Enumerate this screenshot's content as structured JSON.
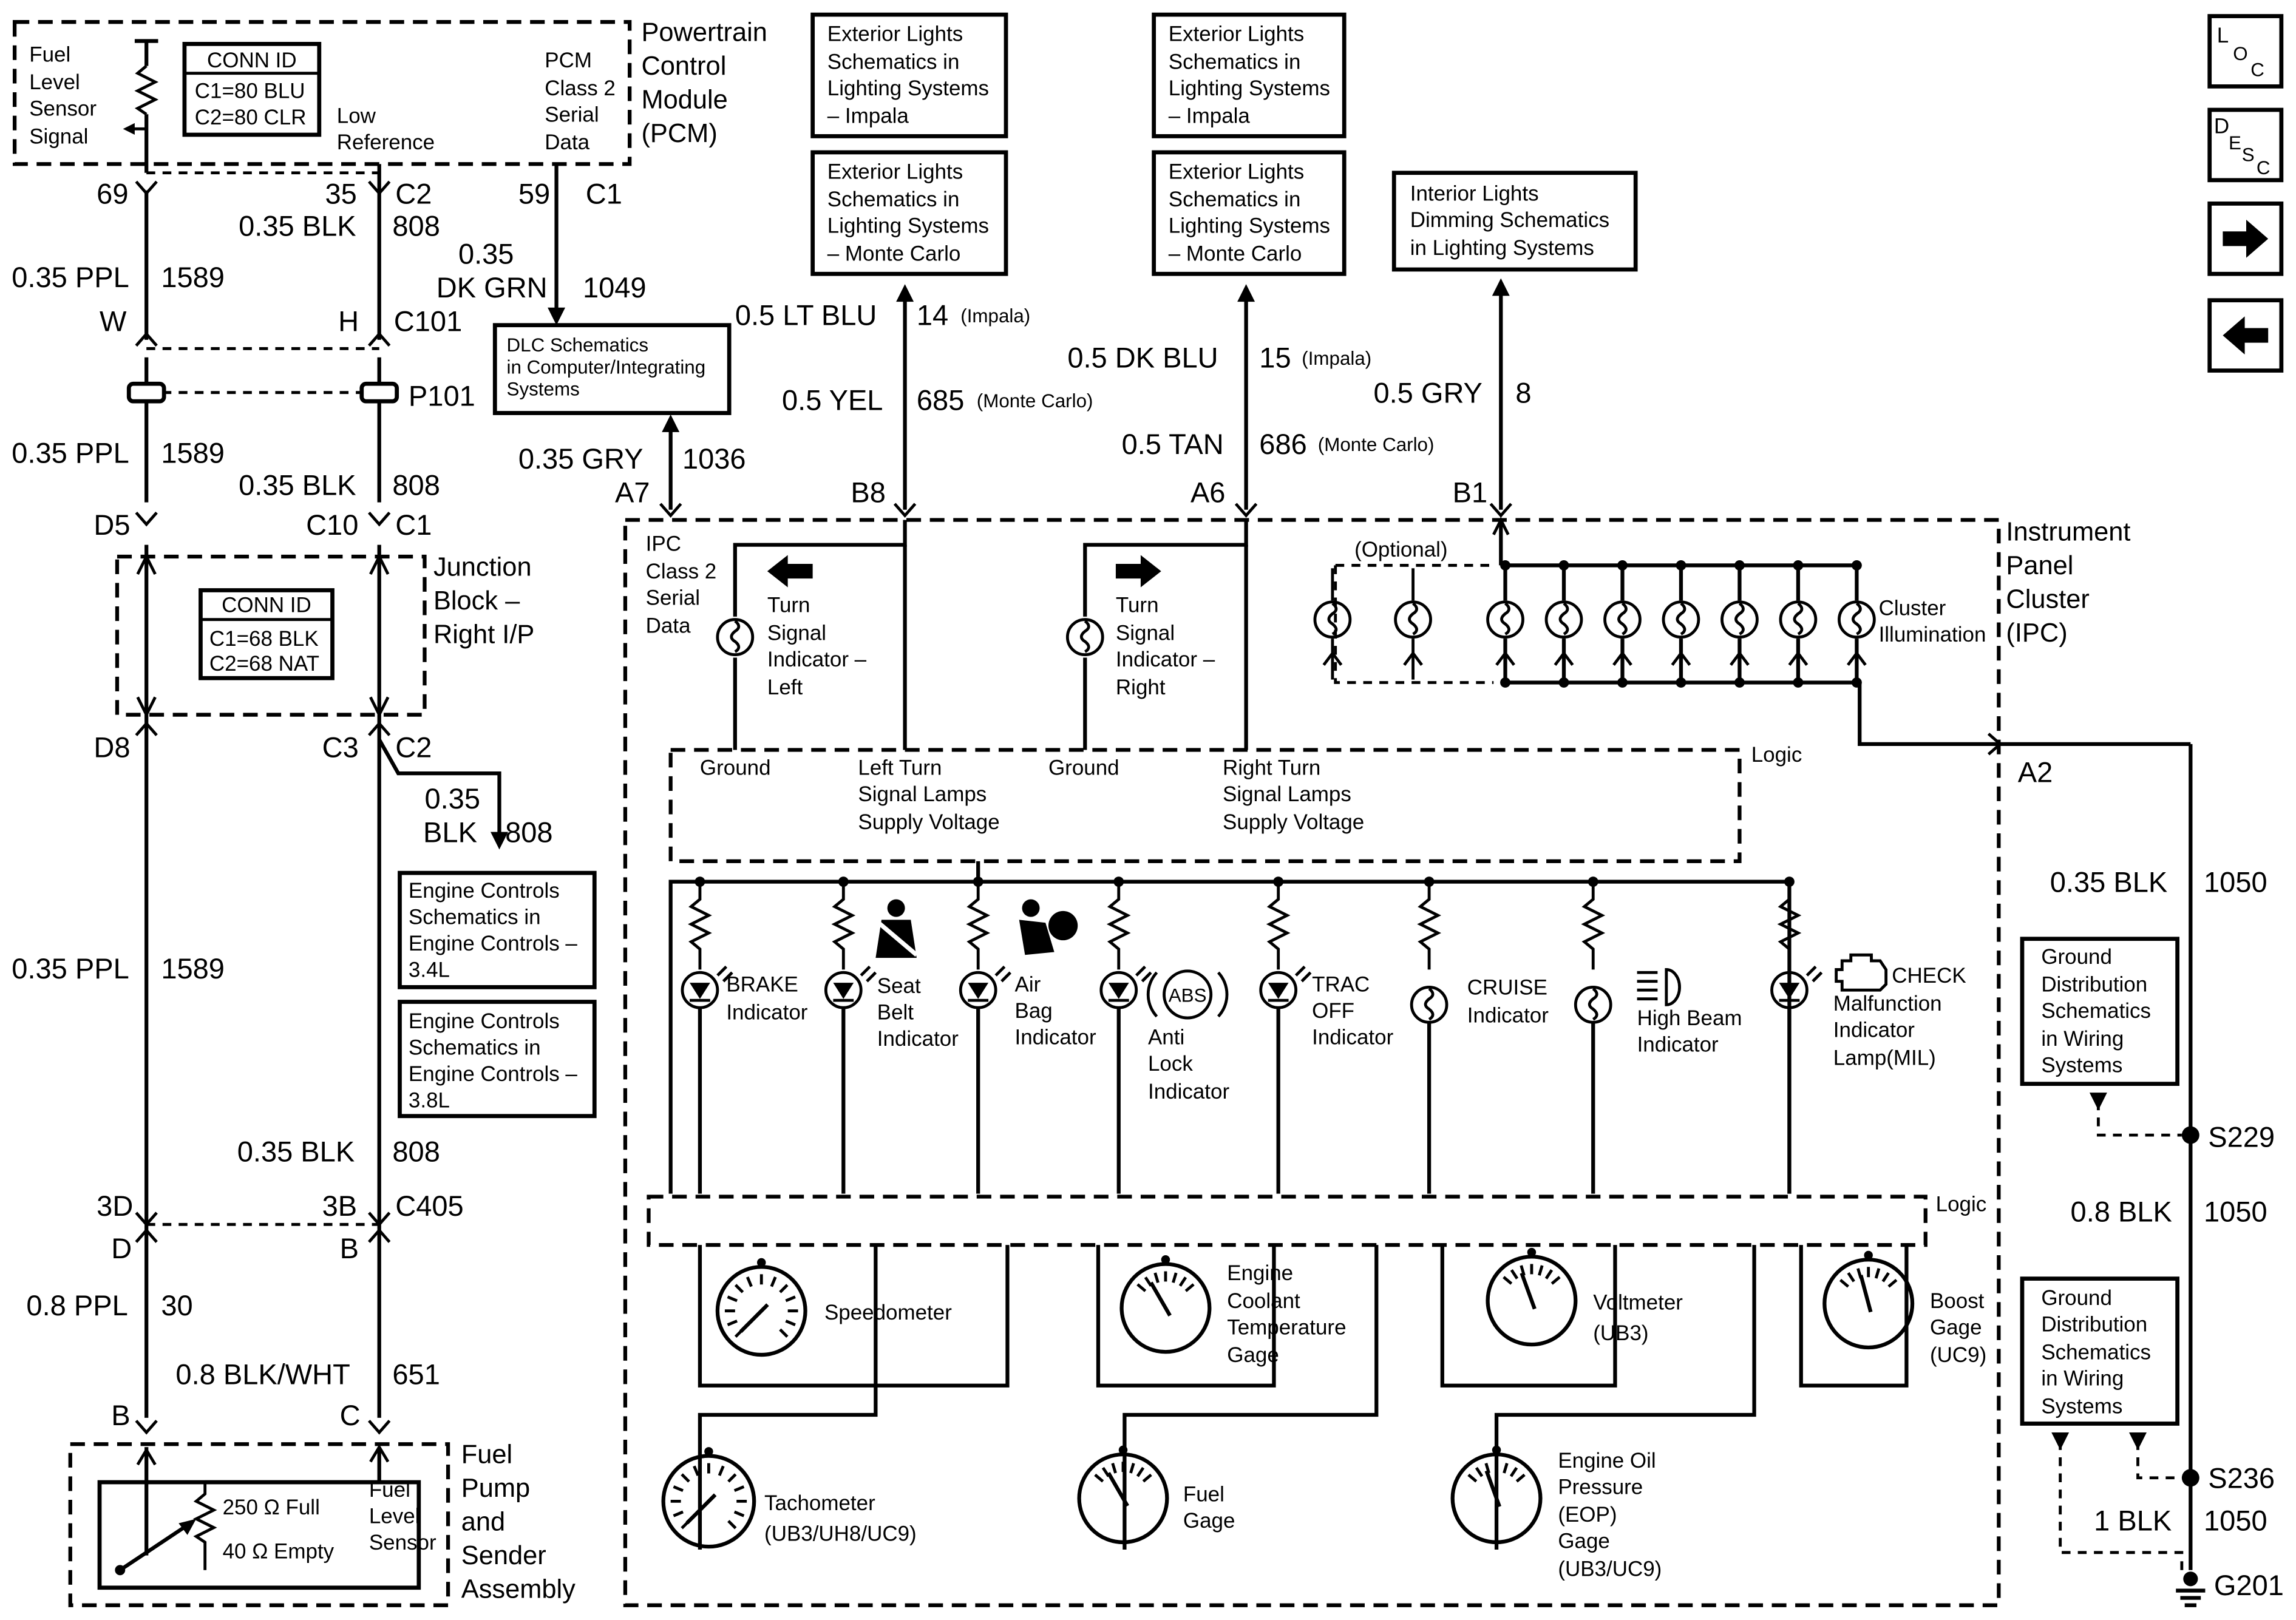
{
  "pcm": {
    "title": [
      "Powertrain",
      "Control",
      "Module",
      "(PCM)"
    ],
    "fuel_sensor_signal": [
      "Fuel",
      "Level",
      "Sensor",
      "Signal"
    ],
    "low_reference": [
      "Low",
      "Reference"
    ],
    "class2": [
      "PCM",
      "Class 2",
      "Serial",
      "Data"
    ],
    "conn_id": {
      "title": "CONN ID",
      "c1": "C1=80 BLU",
      "c2": "C2=80 CLR"
    }
  },
  "left_wiring": {
    "pin69": "69",
    "pin35": "35",
    "c2": "C2",
    "blk035": "0.35 BLK",
    "w808a": "808",
    "pin59": "59",
    "c1": "C1",
    "dkgrn_a": "0.35",
    "dkgrn_b": "DK GRN",
    "w1049": "1049",
    "ppl035_a": "0.35 PPL",
    "w1589a": "1589",
    "pinW": "W",
    "pinH": "H",
    "c101": "C101",
    "p101": "P101",
    "ppl035_b": "0.35 PPL",
    "w1589b": "1589",
    "blk035_b": "0.35 BLK",
    "w808b": "808",
    "pinD5": "D5",
    "pinC10": "C10",
    "c1b": "C1",
    "pinD8": "D8",
    "pinC3": "C3",
    "c2b": "C2",
    "blk035_c1": "0.35",
    "blk035_c2": "BLK",
    "w808c": "808",
    "ppl035_c": "0.35 PPL",
    "w1589c": "1589",
    "blk035_d": "0.35 BLK",
    "w808d": "808",
    "pin3D": "3D",
    "pin3B": "3B",
    "c405": "C405",
    "pinD": "D",
    "pinB": "B",
    "ppl08": "0.8 PPL",
    "w30": "30",
    "blkwht": "0.8 BLK/WHT",
    "w651": "651",
    "pinB2": "B",
    "pinC2": "C"
  },
  "dlc": {
    "lines": [
      "DLC Schematics",
      "in Computer/Integrating",
      "Systems"
    ],
    "gry": "0.35 GRY",
    "w1036": "1036",
    "pinA7": "A7"
  },
  "junction": {
    "title": [
      "Junction",
      "Block –",
      "Right I/P"
    ],
    "conn_title": "CONN ID",
    "c1": "C1=68 BLK",
    "c2": "C2=68 NAT"
  },
  "engine_controls": {
    "box1": [
      "Engine Controls",
      "Schematics in",
      "Engine Controls –",
      "3.4L"
    ],
    "box2": [
      "Engine Controls",
      "Schematics in",
      "Engine Controls –",
      "3.8L"
    ]
  },
  "fuel_pump": {
    "title": [
      "Fuel",
      "Pump",
      "and",
      "Sender",
      "Assembly"
    ],
    "full": "250 Ω Full",
    "empty": "40 Ω Empty",
    "sensor": [
      "Fuel",
      "Level",
      "Sensor"
    ]
  },
  "ext_lights": {
    "impala1": [
      "Exterior Lights",
      "Schematics in",
      "Lighting Systems",
      "– Impala"
    ],
    "monte1": [
      "Exterior Lights",
      "Schematics in",
      "Lighting Systems",
      "– Monte Carlo"
    ],
    "impala2": [
      "Exterior Lights",
      "Schematics in",
      "Lighting Systems",
      "– Impala"
    ],
    "monte2": [
      "Exterior Lights",
      "Schematics in",
      "Lighting Systems",
      "– Monte Carlo"
    ],
    "interior": [
      "Interior Lights",
      "Dimming Schematics",
      "in Lighting Systems"
    ]
  },
  "ipc_wires": {
    "ltblu": "0.5 LT BLU",
    "w14": "14",
    "impala_a": "(Impala)",
    "yel": "0.5 YEL",
    "w685": "685",
    "monte_a": "(Monte Carlo)",
    "pinB8": "B8",
    "dkblu": "0.5 DK BLU",
    "w15": "15",
    "impala_b": "(Impala)",
    "tan": "0.5 TAN",
    "w686": "686",
    "monte_b": "(Monte Carlo)",
    "pinA6": "A6",
    "gry": "0.5 GRY",
    "w8": "8",
    "pinB1": "B1"
  },
  "ipc": {
    "title": [
      "Instrument",
      "Panel",
      "Cluster",
      "(IPC)"
    ],
    "class2": [
      "IPC",
      "Class 2",
      "Serial",
      "Data"
    ],
    "turn_left": [
      "Turn",
      "Signal",
      "Indicator –",
      "Left"
    ],
    "turn_right": [
      "Turn",
      "Signal",
      "Indicator –",
      "Right"
    ],
    "optional": "(Optional)",
    "cluster_illum": [
      "Cluster",
      "Illumination"
    ],
    "logic": "Logic",
    "ground1": "Ground",
    "left_supply": [
      "Left Turn",
      "Signal Lamps",
      "Supply Voltage"
    ],
    "ground2": "Ground",
    "right_supply": [
      "Right Turn",
      "Signal Lamps",
      "Supply Voltage"
    ],
    "pinA2": "A2",
    "indicators": {
      "brake": [
        "BRAKE",
        "Indicator"
      ],
      "seatbelt": [
        "Seat",
        "Belt",
        "Indicator"
      ],
      "airbag": [
        "Air",
        "Bag",
        "Indicator"
      ],
      "abs": [
        "Anti",
        "Lock",
        "Indicator"
      ],
      "abs_badge": "ABS",
      "trac": [
        "TRAC",
        "OFF",
        "Indicator"
      ],
      "cruise": [
        "CRUISE",
        "Indicator"
      ],
      "highbeam": [
        "High Beam",
        "Indicator"
      ],
      "mil": [
        "CHECK",
        "Malfunction",
        "Indicator",
        "Lamp(MIL)"
      ]
    },
    "gauges": {
      "speedo": [
        "Speedometer"
      ],
      "coolant": [
        "Engine",
        "Coolant",
        "Temperature",
        "Gage"
      ],
      "volt": [
        "Voltmeter",
        "(UB3)"
      ],
      "boost": [
        "Boost",
        "Gage",
        "(UC9)"
      ],
      "tach": [
        "Tachometer",
        "(UB3/UH8/UC9)"
      ],
      "fuel": [
        "Fuel",
        "Gage"
      ],
      "oil": [
        "Engine Oil",
        "Pressure",
        "(EOP)",
        "Gage",
        "(UB3/UC9)"
      ]
    }
  },
  "ground_side": {
    "blk035": "0.35 BLK",
    "w1050a": "1050",
    "box1": [
      "Ground",
      "Distribution",
      "Schematics",
      "in Wiring",
      "Systems"
    ],
    "s229": "S229",
    "blk08": "0.8 BLK",
    "w1050b": "1050",
    "box2": [
      "Ground",
      "Distribution",
      "Schematics",
      "in Wiring",
      "Systems"
    ],
    "s236": "S236",
    "blk1": "1 BLK",
    "w1050c": "1050",
    "g201": "G201"
  },
  "nav": {
    "loc": [
      "L",
      "O",
      "C"
    ],
    "desc": [
      "D",
      "E",
      "S",
      "C"
    ]
  }
}
